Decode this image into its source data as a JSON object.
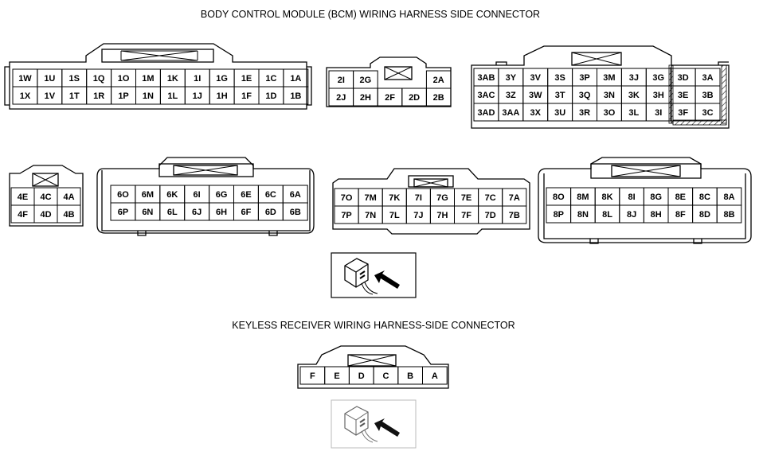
{
  "titles": {
    "bcm": "BODY CONTROL MODULE (BCM) WIRING HARNESS SIDE CONNECTOR",
    "keyless": "KEYLESS RECEIVER WIRING HARNESS-SIDE CONNECTOR"
  },
  "connectors": [
    {
      "id": "1",
      "rows": [
        [
          "1W",
          "1U",
          "1S",
          "1Q",
          "1O",
          "1M",
          "1K",
          "1I",
          "1G",
          "1E",
          "1C",
          "1A"
        ],
        [
          "1X",
          "1V",
          "1T",
          "1R",
          "1P",
          "1N",
          "1L",
          "1J",
          "1H",
          "1F",
          "1D",
          "1B"
        ]
      ]
    },
    {
      "id": "2",
      "rows": [
        [
          "2I",
          "2G",
          "",
          "",
          "2A"
        ],
        [
          "2J",
          "2H",
          "2F",
          "2D",
          "2B"
        ]
      ]
    },
    {
      "id": "3",
      "rows": [
        [
          "3AB",
          "3Y",
          "3V",
          "3S",
          "3P",
          "3M",
          "3J",
          "3G",
          "3D",
          "3A"
        ],
        [
          "3AC",
          "3Z",
          "3W",
          "3T",
          "3Q",
          "3N",
          "3K",
          "3H",
          "3E",
          "3B"
        ],
        [
          "3AD",
          "3AA",
          "3X",
          "3U",
          "3R",
          "3O",
          "3L",
          "3I",
          "3F",
          "3C"
        ]
      ]
    },
    {
      "id": "4",
      "rows": [
        [
          "4E",
          "4C",
          "4A"
        ],
        [
          "4F",
          "4D",
          "4B"
        ]
      ]
    },
    {
      "id": "6",
      "rows": [
        [
          "6O",
          "6M",
          "6K",
          "6I",
          "6G",
          "6E",
          "6C",
          "6A"
        ],
        [
          "6P",
          "6N",
          "6L",
          "6J",
          "6H",
          "6F",
          "6D",
          "6B"
        ]
      ]
    },
    {
      "id": "7",
      "rows": [
        [
          "7O",
          "7M",
          "7K",
          "7I",
          "7G",
          "7E",
          "7C",
          "7A"
        ],
        [
          "7P",
          "7N",
          "7L",
          "7J",
          "7H",
          "7F",
          "7D",
          "7B"
        ]
      ]
    },
    {
      "id": "8",
      "rows": [
        [
          "8O",
          "8M",
          "8K",
          "8I",
          "8G",
          "8E",
          "8C",
          "8A"
        ],
        [
          "8P",
          "8N",
          "8L",
          "8J",
          "8H",
          "8F",
          "8D",
          "8B"
        ]
      ]
    },
    {
      "id": "keyless",
      "rows": [
        [
          "F",
          "E",
          "D",
          "C",
          "B",
          "A"
        ]
      ]
    }
  ]
}
